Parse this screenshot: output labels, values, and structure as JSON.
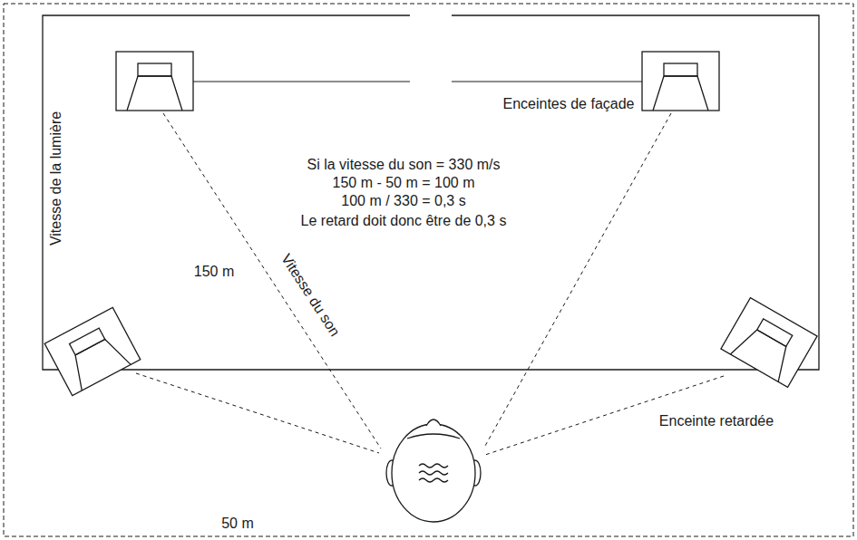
{
  "diagram": {
    "labels": [
      "Enceintes de façade",
      "Vitesse de la lumière",
      "Si la vitesse du son = 330 m/s",
      "150 m - 50 m = 100 m",
      "100 m / 330 = 0,3 s",
      "Le retard doit donc être de 0,3 s",
      "150 m",
      "Vitesse du son",
      "50 m",
      "Enceinte retardée"
    ]
  }
}
